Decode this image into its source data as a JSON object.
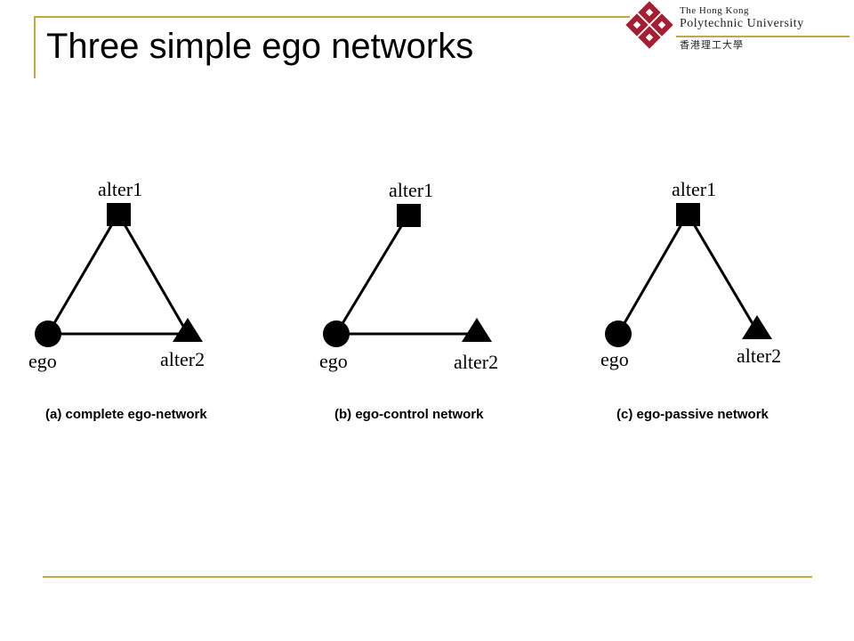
{
  "slide": {
    "title": "Three simple ego networks"
  },
  "logo": {
    "line1": "The Hong Kong",
    "line2": "Polytechnic University",
    "line3": "香港理工大學",
    "accent_color": "#a31f34"
  },
  "networks": [
    {
      "caption": "(a) complete ego-network",
      "nodes": {
        "ego": "ego",
        "alter1": "alter1",
        "alter2": "alter2"
      },
      "edges": [
        [
          "ego",
          "alter1"
        ],
        [
          "ego",
          "alter2"
        ],
        [
          "alter1",
          "alter2"
        ]
      ]
    },
    {
      "caption": "(b) ego-control network",
      "nodes": {
        "ego": "ego",
        "alter1": "alter1",
        "alter2": "alter2"
      },
      "edges": [
        [
          "ego",
          "alter1"
        ],
        [
          "ego",
          "alter2"
        ]
      ]
    },
    {
      "caption": "(c) ego-passive network",
      "nodes": {
        "ego": "ego",
        "alter1": "alter1",
        "alter2": "alter2"
      },
      "edges": [
        [
          "ego",
          "alter1"
        ],
        [
          "alter1",
          "alter2"
        ]
      ]
    }
  ],
  "colors": {
    "rule": "#c2a83e",
    "ink": "#000000"
  }
}
